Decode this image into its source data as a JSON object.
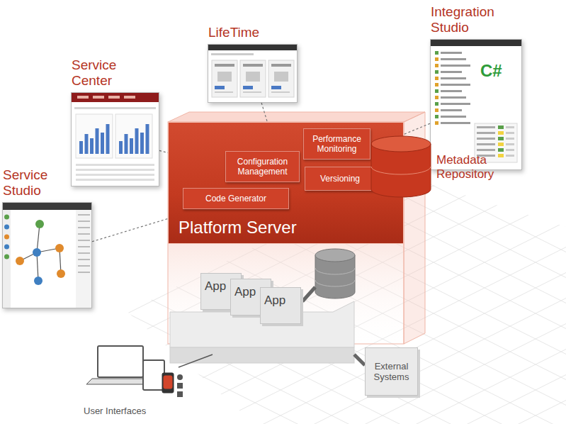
{
  "diagram": {
    "nodes": [
      {
        "text": [
          "Integration Studio",
          "C#"
        ]
      },
      {
        "text": [
          "LifeTime"
        ]
      },
      {
        "text": [
          "Service Center"
        ]
      },
      {
        "text": [
          "Service Studio"
        ]
      },
      {
        "text": [
          "Platform Server"
        ]
      },
      {
        "text": [
          "Performance Monitoring"
        ],
        "in": 4
      },
      {
        "text": [
          "Configuration Management"
        ],
        "in": 4
      },
      {
        "text": [
          "Code Generator"
        ],
        "in": 4
      },
      {
        "text": [
          "Versioning"
        ],
        "in": 4
      },
      {
        "text": [
          "Metadata Repository"
        ]
      },
      {
        "text": [
          "App"
        ]
      },
      {
        "text": [
          "App"
        ]
      },
      {
        "text": [
          "App"
        ]
      },
      {
        "text": [
          "External Systems"
        ]
      },
      {
        "text": [
          "User Interfaces"
        ]
      }
    ],
    "edges": [
      {
        "from": 3,
        "to": 4,
        "arrow": "none"
      },
      {
        "from": 2,
        "to": 4,
        "arrow": "none"
      },
      {
        "from": 1,
        "to": 4,
        "arrow": "none"
      },
      {
        "from": 0,
        "to": 4,
        "arrow": "none"
      }
    ]
  }
}
